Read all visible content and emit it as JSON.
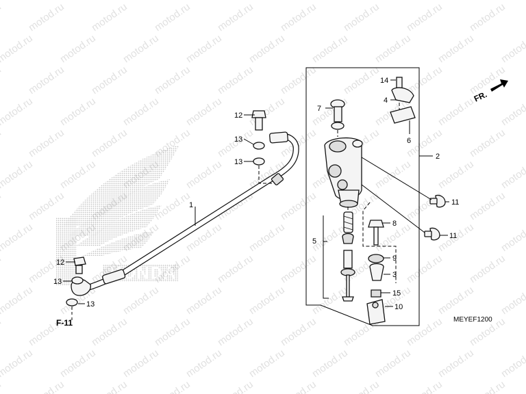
{
  "watermark": "motod.ru",
  "diagram_code": "MEYEF1200",
  "direction_label": "FR.",
  "ref_label": "F-11",
  "logo_text": "HONDA",
  "callouts": {
    "c1": "1",
    "c2": "2",
    "c3": "3",
    "c4": "4",
    "c5": "5",
    "c6": "6",
    "c7": "7",
    "c8": "8",
    "c9": "9",
    "c10": "10",
    "c11a": "11",
    "c11b": "11",
    "c12a": "12",
    "c12b": "12",
    "c13a": "13",
    "c13b": "13",
    "c13c": "13",
    "c13d": "13",
    "c14": "14",
    "c15": "15"
  }
}
